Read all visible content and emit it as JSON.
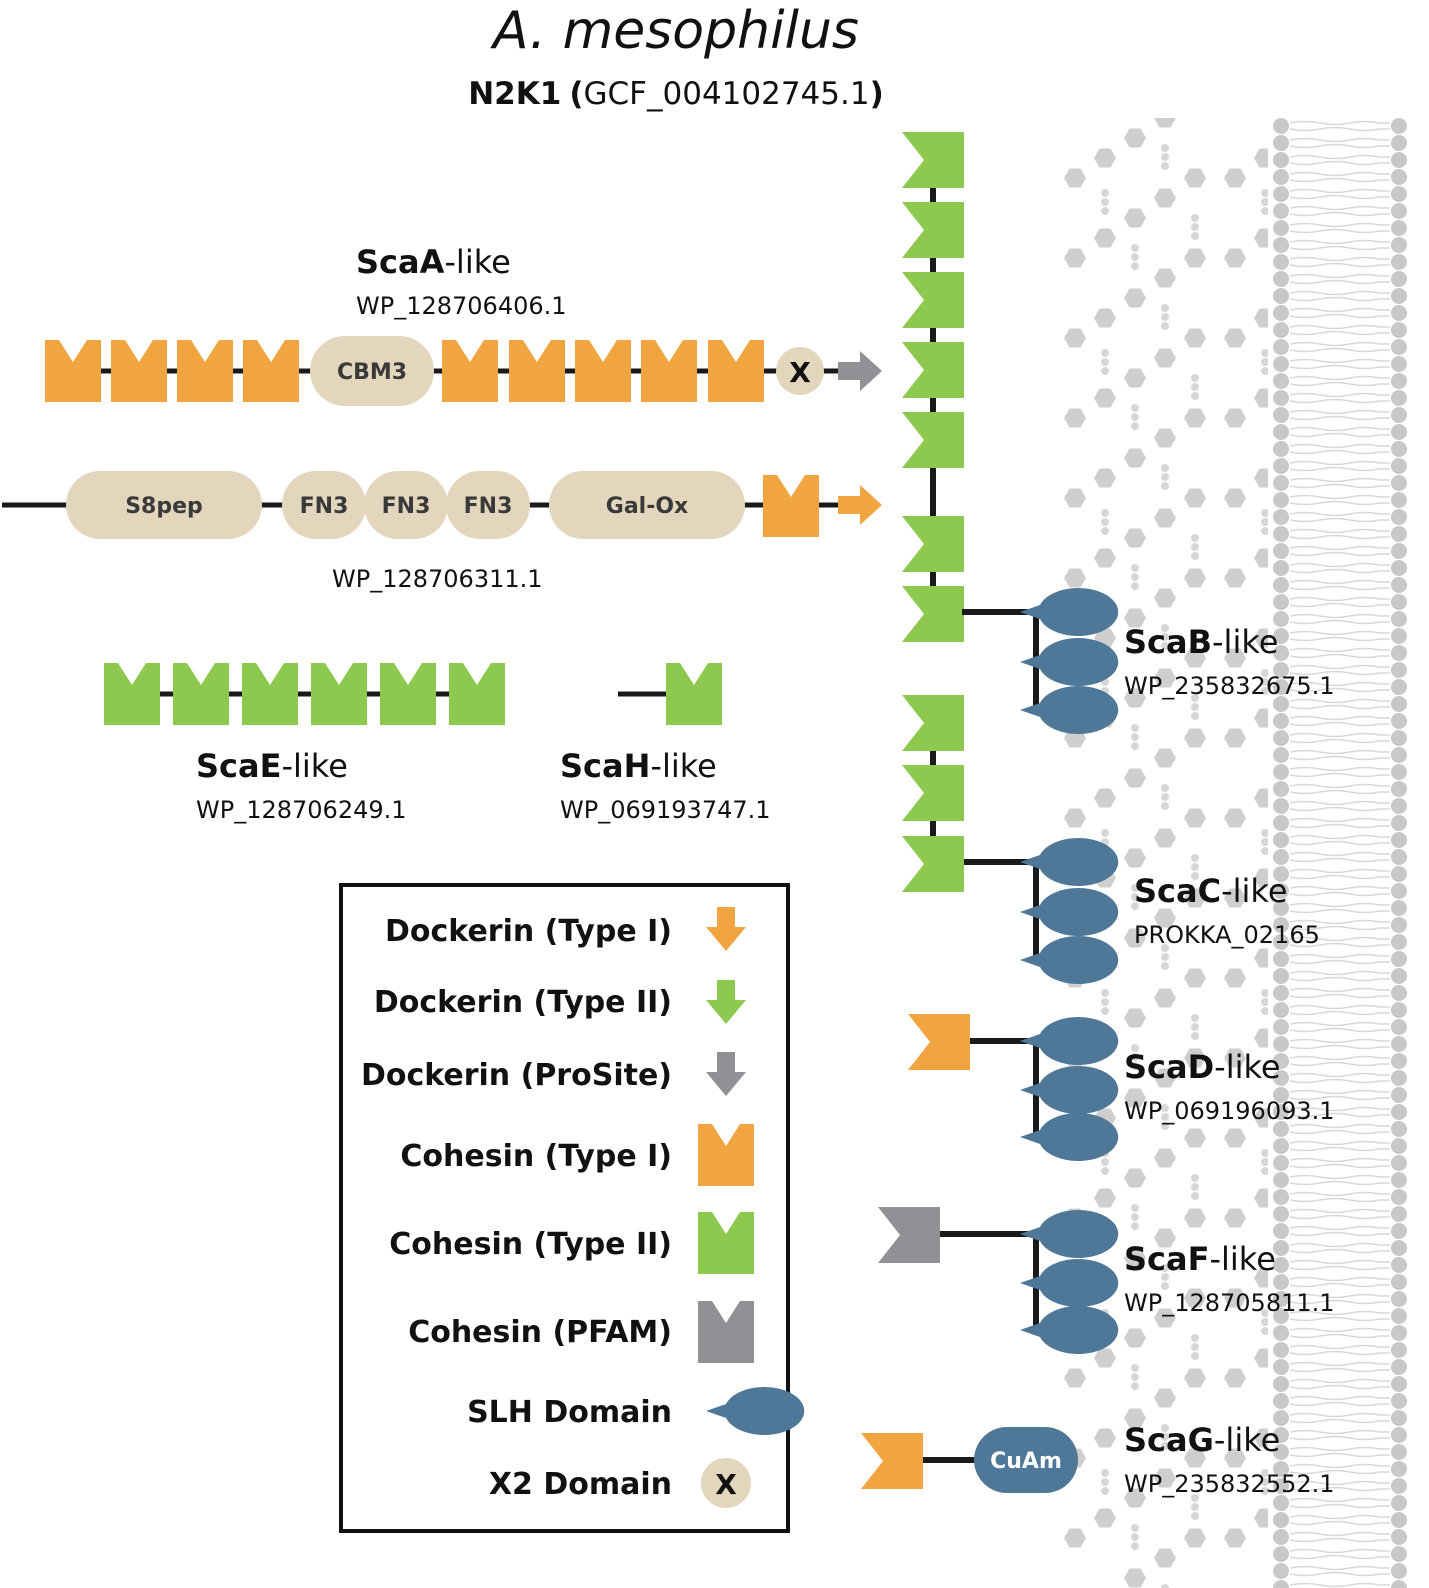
{
  "title": {
    "species": "A. mesophilus",
    "strain": "N2K1",
    "assembly_open": "(",
    "assembly": "GCF_004102745.1",
    "assembly_close": ")"
  },
  "domains": {
    "cbm3": "CBM3",
    "x": "X",
    "s8pep": "S8pep",
    "fn3": "FN3",
    "galox": "Gal-Ox",
    "cuam": "CuAm"
  },
  "proteins": {
    "scaA": {
      "name_bold": "ScaA",
      "name_suffix": "-like",
      "accession": "WP_128706406.1"
    },
    "galox_protein": {
      "accession": "WP_128706311.1"
    },
    "scaE": {
      "name_bold": "ScaE",
      "name_suffix": "-like",
      "accession": "WP_128706249.1"
    },
    "scaH": {
      "name_bold": "ScaH",
      "name_suffix": "-like",
      "accession": "WP_069193747.1"
    },
    "scaB": {
      "name_bold": "ScaB",
      "name_suffix": "-like",
      "accession": "WP_235832675.1"
    },
    "scaC": {
      "name_bold": "ScaC",
      "name_suffix": "-like",
      "accession": "PROKKA_02165"
    },
    "scaD": {
      "name_bold": "ScaD",
      "name_suffix": "-like",
      "accession": "WP_069196093.1"
    },
    "scaF": {
      "name_bold": "ScaF",
      "name_suffix": "-like",
      "accession": "WP_128705811.1"
    },
    "scaG": {
      "name_bold": "ScaG",
      "name_suffix": "-like",
      "accession": "WP_235832552.1"
    }
  },
  "legend": {
    "items": [
      {
        "label": "Dockerin (Type I)",
        "icon": "dockerin-arrow-icon",
        "color": "#F0A540"
      },
      {
        "label": "Dockerin (Type II)",
        "icon": "dockerin-arrow-icon",
        "color": "#8DC94E"
      },
      {
        "label": "Dockerin (ProSite)",
        "icon": "dockerin-arrow-icon",
        "color": "#8F9194"
      },
      {
        "label": "Cohesin (Type I)",
        "icon": "cohesin-icon",
        "color": "#F0A540"
      },
      {
        "label": "Cohesin (Type II)",
        "icon": "cohesin-icon",
        "color": "#8DC94E"
      },
      {
        "label": "Cohesin (PFAM)",
        "icon": "cohesin-icon",
        "color": "#8F9194"
      },
      {
        "label": "SLH Domain",
        "icon": "slh-icon",
        "color": "#4F7898"
      },
      {
        "label": "X2 Domain",
        "icon": "x2-domain-icon",
        "color": "#E3D6BD"
      }
    ]
  },
  "colors": {
    "type1": "#F0A540",
    "type2": "#8DC94E",
    "gray": "#8F9194",
    "slh": "#4F7898",
    "beige": "#E3D6BD",
    "wall": "#C8C8C8"
  }
}
